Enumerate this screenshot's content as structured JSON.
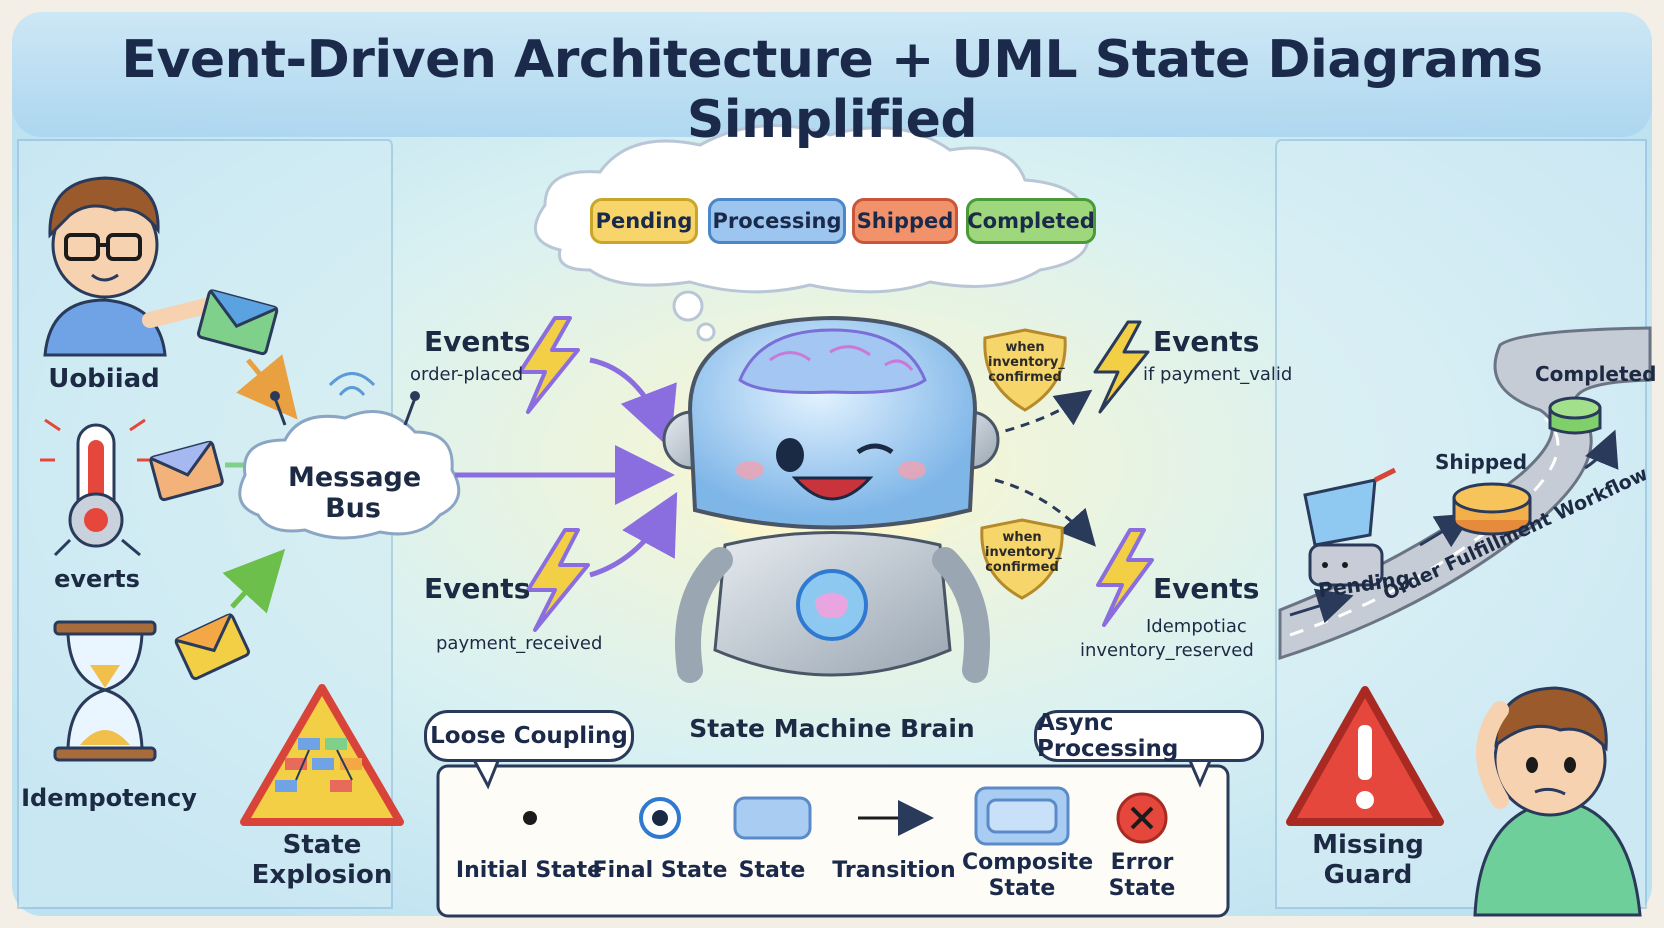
{
  "title": "Event-Driven Architecture + UML State Diagrams Simplified",
  "states": [
    {
      "label": "Pending",
      "color": "#f7d56a"
    },
    {
      "label": "Processing",
      "color": "#9cc6f0"
    },
    {
      "label": "Shipped",
      "color": "#f2926a"
    },
    {
      "label": "Completed",
      "color": "#9fd77c"
    }
  ],
  "left_panel": {
    "producers": [
      "Uobiiad",
      "everts",
      "Idempotency"
    ],
    "message_bus": "Message Bus",
    "warning": "State Explosion"
  },
  "events": {
    "top_left": {
      "title": "Events",
      "subtitle": "order-placed"
    },
    "bottom_left": {
      "title": "Events",
      "subtitle": "payment_received"
    },
    "top_right": {
      "title": "Events",
      "subtitle": "if payment_valid"
    },
    "bottom_right": {
      "title": "Events",
      "subtitle1": "Idempotiac",
      "subtitle2": "inventory_reserved"
    }
  },
  "guards": {
    "top": "when inventory_ confirmed",
    "bottom": "when inventory_ confirmed"
  },
  "robot_label": "State Machine Brain",
  "bubbles": {
    "left": "Loose Coupling",
    "right": "Async Processing"
  },
  "legend": [
    {
      "label": "Initial State",
      "icon": "initial-state-icon"
    },
    {
      "label": "Final State",
      "icon": "final-state-icon"
    },
    {
      "label": "State",
      "icon": "state-icon"
    },
    {
      "label": "Transition",
      "icon": "transition-arrow-icon"
    },
    {
      "label": "Composite State",
      "icon": "composite-state-icon"
    },
    {
      "label": "Error State",
      "icon": "error-state-icon"
    }
  ],
  "workflow": {
    "name": "Order Fulfillment Workflow",
    "steps": [
      "Pending",
      "Shipped",
      "Completed"
    ]
  },
  "right_warning": "Missing Guard",
  "colors": {
    "background": "#dff1f5",
    "accent_purple": "#8a6ee0",
    "accent_green": "#6bbf4a",
    "accent_orange": "#e8a040",
    "warning_red": "#d8443a",
    "warning_yellow": "#f3cf45"
  }
}
